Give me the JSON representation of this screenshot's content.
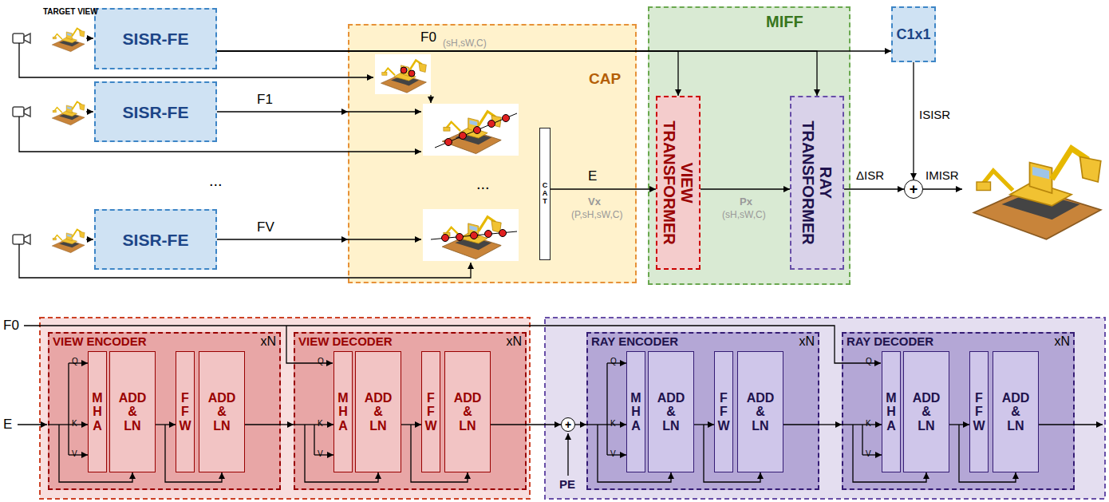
{
  "diagram": {
    "nodes": [
      {
        "text": [
          "SISR-FE"
        ]
      },
      {
        "text": [
          "CAP"
        ]
      },
      {
        "text": [
          "CAT"
        ],
        "in": 1
      },
      {
        "text": [
          "MIFF"
        ]
      },
      {
        "text": [
          "VIEW TRANSFORMER"
        ],
        "in": 3
      },
      {
        "text": [
          "RAY TRANSFORMER"
        ],
        "in": 3
      },
      {
        "text": [
          "C1x1"
        ]
      },
      {
        "text": [
          "+"
        ]
      },
      {
        "text": [
          "SISR-FE"
        ]
      },
      {
        "text": [
          "SISR-FE"
        ]
      },
      {
        "text": [
          "VIEW ENCODER",
          "xN"
        ]
      },
      {
        "text": [
          "MHA"
        ],
        "in": 10
      },
      {
        "text": [
          "ADD & LN"
        ],
        "in": 10
      },
      {
        "text": [
          "FFW"
        ],
        "in": 10
      },
      {
        "text": [
          "ADD & LN"
        ],
        "in": 10
      },
      {
        "text": [
          "VIEW DECODER",
          "xN"
        ]
      },
      {
        "text": [
          "MHA"
        ],
        "in": 15
      },
      {
        "text": [
          "ADD & LN"
        ],
        "in": 15
      },
      {
        "text": [
          "FFW"
        ],
        "in": 15
      },
      {
        "text": [
          "ADD & LN"
        ],
        "in": 15
      },
      {
        "text": [
          "+"
        ]
      },
      {
        "text": [
          "RAY ENCODER",
          "xN"
        ]
      },
      {
        "text": [
          "MHA"
        ],
        "in": 21
      },
      {
        "text": [
          "ADD & LN"
        ],
        "in": 21
      },
      {
        "text": [
          "FFW"
        ],
        "in": 21
      },
      {
        "text": [
          "ADD & LN"
        ],
        "in": 21
      },
      {
        "text": [
          "RAY DECODER",
          "xN"
        ]
      },
      {
        "text": [
          "MHA"
        ],
        "in": 26
      },
      {
        "text": [
          "ADD & LN"
        ],
        "in": 26
      },
      {
        "text": [
          "FFW"
        ],
        "in": 26
      },
      {
        "text": [
          "ADD & LN"
        ],
        "in": 26
      }
    ],
    "edges": [
      {
        "from": 0,
        "to": 4,
        "arrow": "to"
      },
      {
        "from": 0,
        "to": 5,
        "arrow": "to"
      },
      {
        "from": 0,
        "to": 6,
        "arrow": "to"
      },
      {
        "from": 8,
        "to": 1,
        "arrow": "to"
      },
      {
        "from": 9,
        "to": 1,
        "arrow": "to"
      },
      {
        "from": 2,
        "to": 4,
        "arrow": "to"
      },
      {
        "from": 4,
        "to": 5,
        "arrow": "to"
      },
      {
        "from": 5,
        "to": 7,
        "arrow": "to"
      },
      {
        "from": 6,
        "to": 7,
        "arrow": "to"
      },
      {
        "from": 12,
        "to": 13,
        "arrow": "to"
      },
      {
        "from": 10,
        "to": 15,
        "arrow": "to"
      },
      {
        "from": 17,
        "to": 18,
        "arrow": "to"
      },
      {
        "from": 15,
        "to": 20,
        "arrow": "to"
      },
      {
        "from": 20,
        "to": 21,
        "arrow": "to"
      },
      {
        "from": 23,
        "to": 24,
        "arrow": "to"
      },
      {
        "from": 21,
        "to": 26,
        "arrow": "to"
      },
      {
        "from": 28,
        "to": 29,
        "arrow": "to"
      }
    ],
    "labels": [
      "TARGET VIEW",
      "F0",
      "(sH,sW,C)",
      "F1",
      "...",
      "FV",
      "...",
      "E",
      "Vx",
      "(P,sH,sW,C)",
      "Px",
      "(sH,sW,C)",
      "ISISR",
      "ΔISR",
      "IMISR",
      "F0",
      "E",
      "PE",
      "Q",
      "K",
      "V",
      "Q",
      "K",
      "V",
      "Q",
      "K",
      "V",
      "Q",
      "K",
      "V"
    ]
  }
}
